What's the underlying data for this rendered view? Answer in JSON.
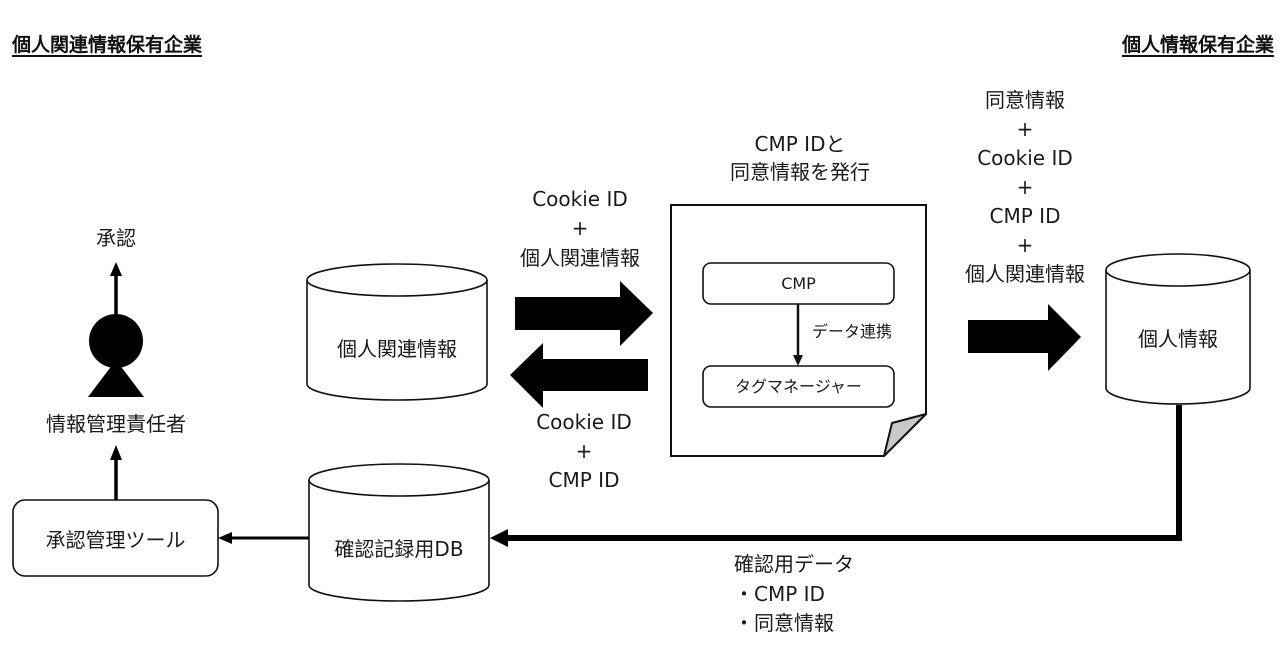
{
  "headers": {
    "left": "個人関連情報保有企業",
    "right": "個人情報保有企業"
  },
  "nodes": {
    "personal_related_db": "個人関連情報",
    "personal_info_db": "個人情報",
    "confirmation_db": "確認記録用DB",
    "approval_tool": "承認管理ツール",
    "manager": "情報管理責任者",
    "approval": "承認",
    "cmp_box": "CMP",
    "tag_manager_box": "タグマネージャー"
  },
  "document": {
    "caption_line1": "CMP IDと",
    "caption_line2": "同意情報を発行",
    "link_label": "データ連携"
  },
  "flows": {
    "to_cmp": [
      "Cookie ID",
      "+",
      "個人関連情報"
    ],
    "from_cmp": [
      "Cookie ID",
      "+",
      "CMP ID"
    ],
    "to_personal_info": [
      "同意情報",
      "+",
      "Cookie ID",
      "+",
      "CMP ID",
      "+",
      "個人関連情報"
    ],
    "confirmation_data": {
      "title": "確認用データ",
      "items": [
        "・CMP ID",
        "・同意情報"
      ]
    }
  },
  "colors": {
    "stroke": "#111111",
    "fold": "#c8c8c8",
    "background": "#ffffff"
  }
}
